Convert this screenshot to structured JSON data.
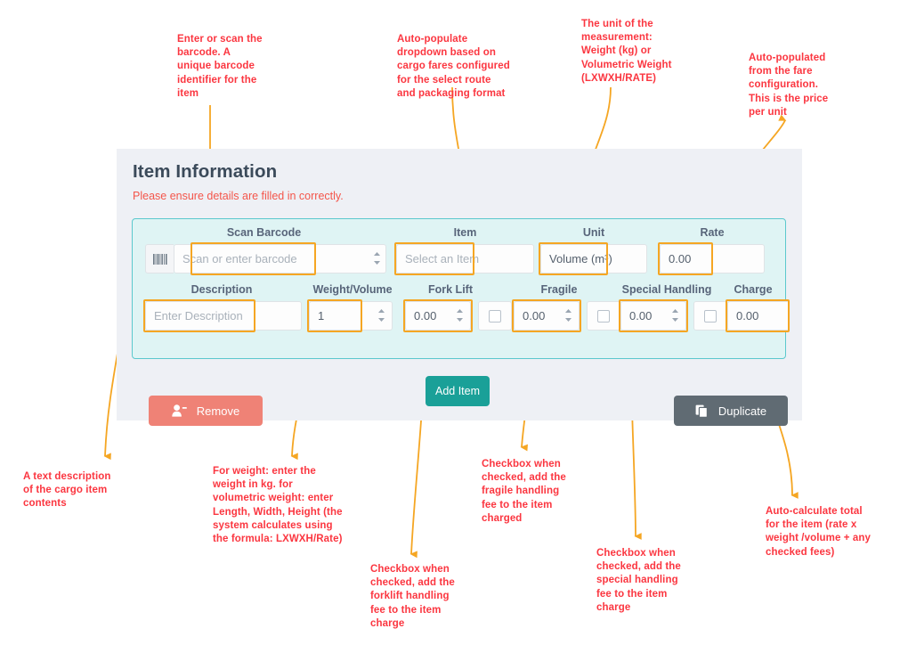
{
  "panel": {
    "title": "Item Information",
    "subtitle": "Please ensure details are filled in correctly."
  },
  "form": {
    "labels": {
      "scan_barcode": "Scan Barcode",
      "item": "Item",
      "unit": "Unit",
      "rate": "Rate",
      "description": "Description",
      "weight_volume": "Weight/Volume",
      "fork_lift": "Fork Lift",
      "fragile": "Fragile",
      "special_handling": "Special Handling",
      "charge": "Charge"
    },
    "values": {
      "barcode_placeholder": "Scan or enter barcode",
      "item_placeholder": "Select an Item",
      "unit": "Volume (m³)",
      "rate": "0.00",
      "description_placeholder": "Enter Description",
      "weight_volume": "1",
      "fork_lift": "0.00",
      "fragile": "0.00",
      "special_handling": "0.00",
      "charge": "0.00"
    }
  },
  "buttons": {
    "remove": "Remove",
    "duplicate": "Duplicate",
    "add_item": "Add Item"
  },
  "annotations": {
    "barcode": "Enter or scan the\nbarcode. A\nunique barcode\nidentifier for the\nitem",
    "item": "Auto-populate\ndropdown based on\ncargo fares configured\nfor the select route\nand packaging format",
    "unit": "The unit of the\nmeasurement:\nWeight (kg) or\nVolumetric Weight\n(LXWXH/RATE)",
    "rate": "Auto-populated\nfrom the fare\nconfiguration.\nThis is the price\nper unit",
    "description": "A text description\nof the cargo item\ncontents",
    "weight_volume": "For weight: enter the\nweight in kg. for\nvolumetric weight: enter\nLength, Width, Height (the\nsystem calculates using\nthe formula: LXWXH/Rate)",
    "fork_lift": "Checkbox when\nchecked, add the\nforklift handling\nfee to the item\ncharge",
    "fragile": "Checkbox when\nchecked, add the\nfragile handling\nfee to the item\ncharged",
    "special_handling": "Checkbox when\nchecked, add the\nspecial handling\nfee to the item\ncharge",
    "charge": "Auto-calculate total\nfor the item (rate x\nweight /volume + any\nchecked fees)"
  },
  "colors": {
    "annotation": "#fb3640",
    "highlight": "#f5a623",
    "arrow": "#f5a623",
    "card_bg": "#dff4f4",
    "card_border": "#5bc8cd",
    "panel_bg": "#eef0f5",
    "remove": "#ef8276",
    "duplicate": "#606b73",
    "add_item": "#1aa098",
    "title": "#3b4a5a",
    "subtitle": "#f4554a"
  },
  "icons": {
    "barcode": "barcode-icon",
    "remove": "user-minus-icon",
    "duplicate": "copy-icon",
    "spinner": "spinner-arrows-icon"
  }
}
